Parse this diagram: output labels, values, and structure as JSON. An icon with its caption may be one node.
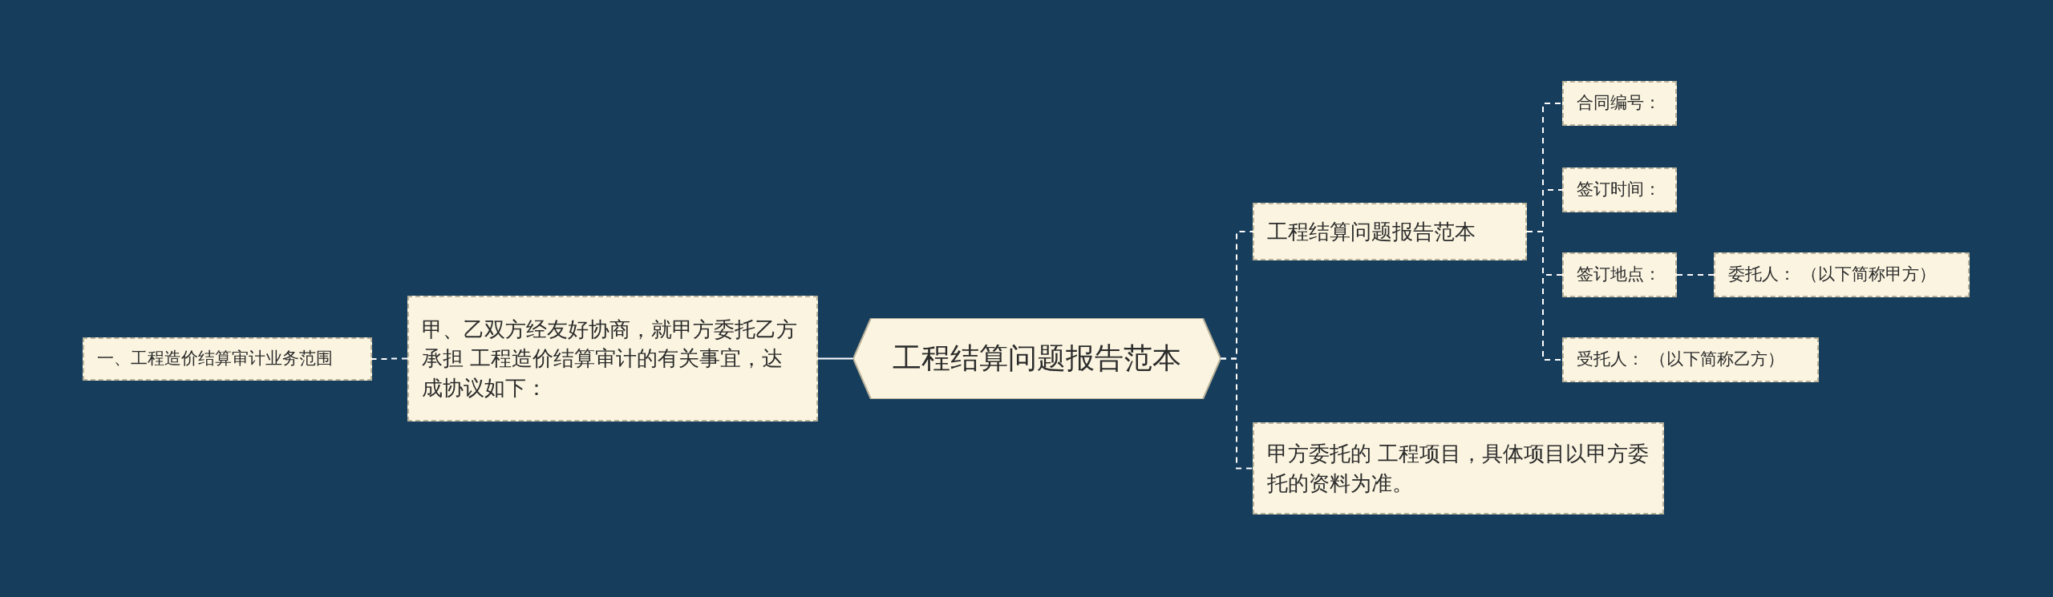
{
  "diagram": {
    "nodes": [
      {
        "text": [
          "工程结算问题报告范本"
        ]
      },
      {
        "text": [
          "甲、乙双方经友好协商，就甲方委托乙方承担 工程造价结算审计的有关事宜，达成协议如下："
        ]
      },
      {
        "text": [
          "一、工程造价结算审计业务范围"
        ]
      },
      {
        "text": [
          "工程结算问题报告范本"
        ]
      },
      {
        "text": [
          "甲方委托的 工程项目，具体项目以甲方委托的资料为准。"
        ]
      },
      {
        "text": [
          "合同编号："
        ]
      },
      {
        "text": [
          "签订时间："
        ]
      },
      {
        "text": [
          "签订地点："
        ]
      },
      {
        "text": [
          "委托人：  （以下简称甲方）"
        ]
      },
      {
        "text": [
          "受托人：  （以下简称乙方）"
        ]
      }
    ],
    "edges": [
      {
        "from": 0,
        "to": 1,
        "arrow": "none"
      },
      {
        "from": 1,
        "to": 2,
        "arrow": "none",
        "style": "dashed"
      },
      {
        "from": 0,
        "to": 3,
        "arrow": "none",
        "style": "dashed"
      },
      {
        "from": 0,
        "to": 4,
        "arrow": "none",
        "style": "dashed"
      },
      {
        "from": 3,
        "to": 5,
        "arrow": "none",
        "style": "dashed"
      },
      {
        "from": 3,
        "to": 6,
        "arrow": "none",
        "style": "dashed"
      },
      {
        "from": 3,
        "to": 7,
        "arrow": "none",
        "style": "dashed"
      },
      {
        "from": 7,
        "to": 8,
        "arrow": "none",
        "style": "dashed"
      },
      {
        "from": 3,
        "to": 9,
        "arrow": "none",
        "style": "dashed"
      }
    ]
  }
}
